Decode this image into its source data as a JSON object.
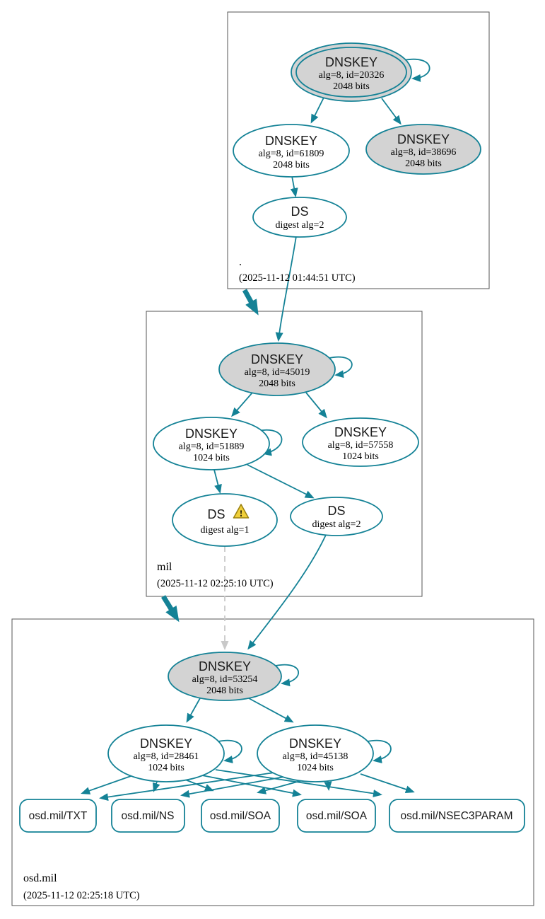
{
  "colors": {
    "edge_secure": "#148296",
    "ksk_fill": "#d3d3d3",
    "node_fill": "#ffffff",
    "insecure_edge": "#c9c9c9",
    "warning_fill": "#f0cf3a",
    "warning_border": "#9c8312",
    "zone_border": "#555555"
  },
  "zones": [
    {
      "name": ".",
      "timestamp": "(2025-11-12 01:44:51 UTC)",
      "ksk": {
        "title": "DNSKEY",
        "detail": "alg=8, id=20326",
        "bits": "2048 bits"
      },
      "zsk": {
        "title": "DNSKEY",
        "detail": "alg=8, id=61809",
        "bits": "2048 bits"
      },
      "key2": {
        "title": "DNSKEY",
        "detail": "alg=8, id=38696",
        "bits": "2048 bits"
      },
      "ds": {
        "title": "DS",
        "detail": "digest alg=2"
      }
    },
    {
      "name": "mil",
      "timestamp": "(2025-11-12 02:25:10 UTC)",
      "ksk": {
        "title": "DNSKEY",
        "detail": "alg=8, id=45019",
        "bits": "2048 bits"
      },
      "zsk1": {
        "title": "DNSKEY",
        "detail": "alg=8, id=51889",
        "bits": "1024 bits"
      },
      "zsk2": {
        "title": "DNSKEY",
        "detail": "alg=8, id=57558",
        "bits": "1024 bits"
      },
      "ds1": {
        "title": "DS",
        "detail": "digest alg=1",
        "warning": "!"
      },
      "ds2": {
        "title": "DS",
        "detail": "digest alg=2"
      }
    },
    {
      "name": "osd.mil",
      "timestamp": "(2025-11-12 02:25:18 UTC)",
      "ksk": {
        "title": "DNSKEY",
        "detail": "alg=8, id=53254",
        "bits": "2048 bits"
      },
      "zsk1": {
        "title": "DNSKEY",
        "detail": "alg=8, id=28461",
        "bits": "1024 bits"
      },
      "zsk2": {
        "title": "DNSKEY",
        "detail": "alg=8, id=45138",
        "bits": "1024 bits"
      },
      "rrsets": [
        "osd.mil/TXT",
        "osd.mil/NS",
        "osd.mil/SOA",
        "osd.mil/SOA",
        "osd.mil/NSEC3PARAM"
      ]
    }
  ]
}
